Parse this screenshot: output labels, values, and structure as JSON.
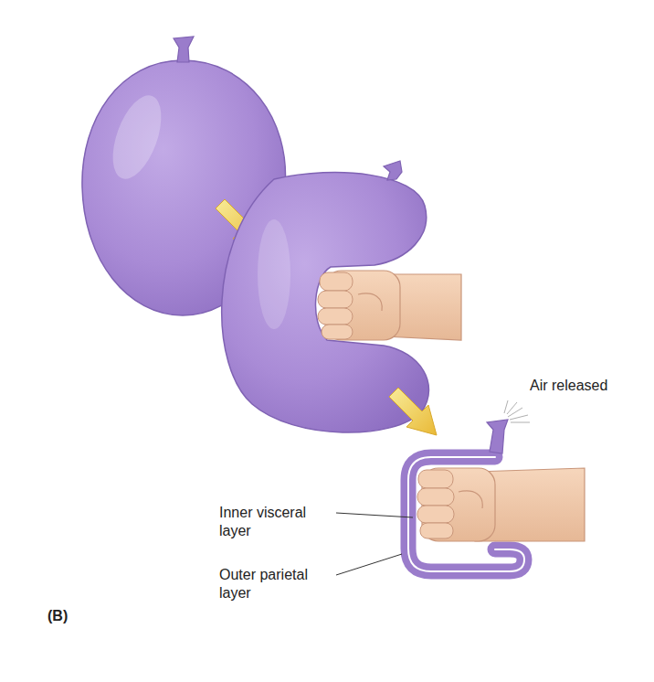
{
  "diagram": {
    "labels": [
      "Air released",
      "Inner visceral layer",
      "Outer parietal layer",
      "(B)"
    ]
  }
}
